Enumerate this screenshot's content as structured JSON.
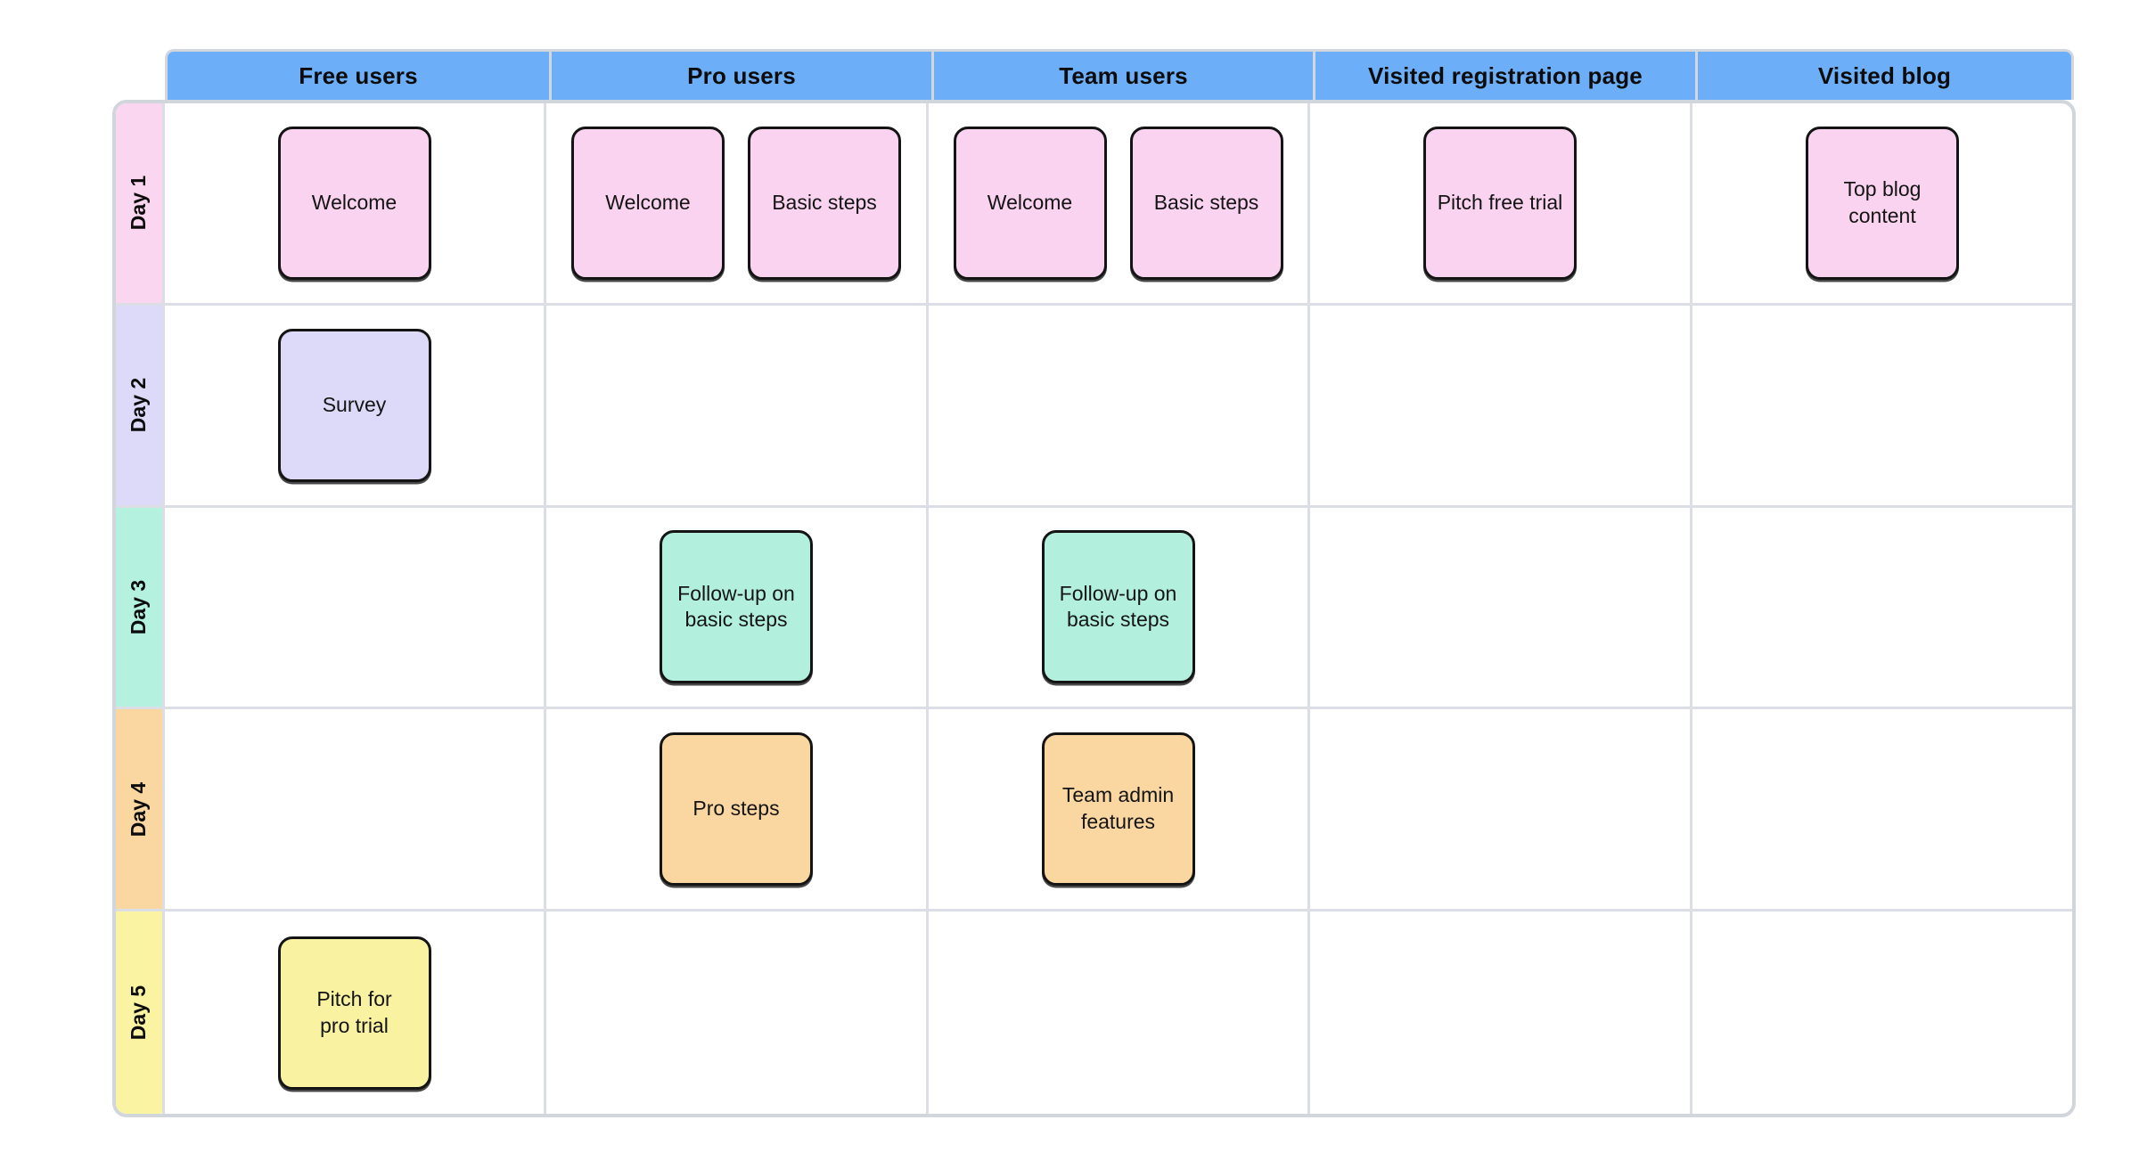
{
  "board": {
    "columns": [
      {
        "label": "Free users"
      },
      {
        "label": "Pro users"
      },
      {
        "label": "Team users"
      },
      {
        "label": "Visited registration page"
      },
      {
        "label": "Visited blog"
      }
    ],
    "rows": [
      {
        "label": "Day 1",
        "color": "#FBD6F1"
      },
      {
        "label": "Day 2",
        "color": "#DCDAF8"
      },
      {
        "label": "Day 3",
        "color": "#B4F1DF"
      },
      {
        "label": "Day 4",
        "color": "#FAD7A1"
      },
      {
        "label": "Day 5",
        "color": "#FAF3A2"
      }
    ],
    "cells": {
      "day1_free": [
        "Welcome"
      ],
      "day1_pro": [
        "Welcome",
        "Basic steps"
      ],
      "day1_team": [
        "Welcome",
        "Basic steps"
      ],
      "day1_registration": [
        "Pitch free trial"
      ],
      "day1_blog": [
        "Top blog\ncontent"
      ],
      "day2_free": [
        "Survey"
      ],
      "day3_pro": [
        "Follow-up on\nbasic steps"
      ],
      "day3_team": [
        "Follow-up on\nbasic steps"
      ],
      "day4_pro": [
        "Pro steps"
      ],
      "day4_team": [
        "Team admin\nfeatures"
      ],
      "day5_free": [
        "Pitch for\npro trial"
      ]
    }
  },
  "palette": {
    "header_blue": "#6CAFF8",
    "sticky_pink": "#FAD3F0",
    "sticky_lavender": "#DCDAF8",
    "sticky_mint": "#B2F0DD",
    "sticky_peach": "#FAD7A1",
    "sticky_yellow": "#F9F2A0",
    "grid_line": "#DBDFE5",
    "frame_border": "#D1D6DD",
    "sticky_border": "#141414"
  }
}
